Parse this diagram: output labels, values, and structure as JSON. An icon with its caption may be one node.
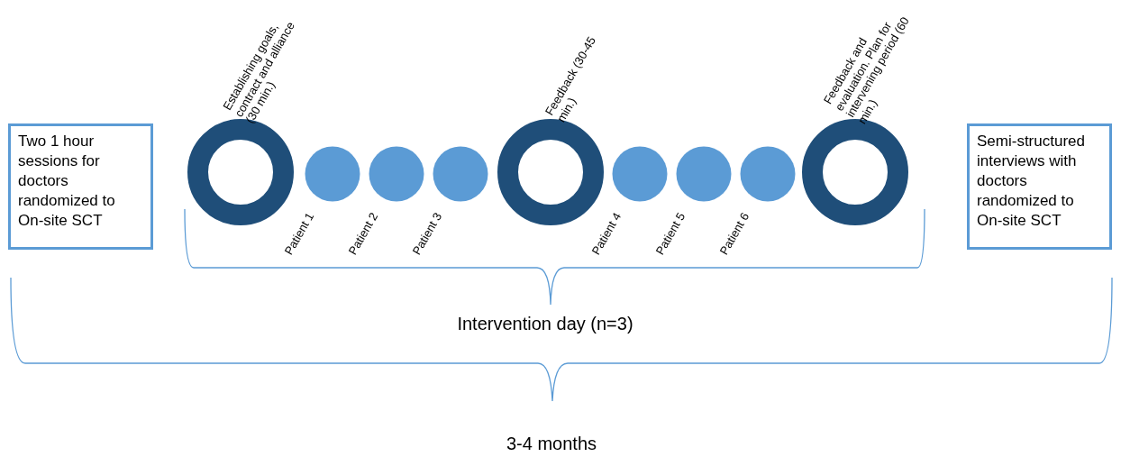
{
  "diagram": {
    "nodes": [
      {
        "text": [
          "Two 1 hour sessions for doctors randomized to On-site SCT"
        ]
      },
      {
        "text": [
          "Establishing goals, contract and alliance (30 min.)"
        ]
      },
      {
        "text": [
          "Patient 1"
        ]
      },
      {
        "text": [
          "Patient 2"
        ]
      },
      {
        "text": [
          "Patient 3"
        ]
      },
      {
        "text": [
          "Feedback (30-45 min.)"
        ]
      },
      {
        "text": [
          "Patient 4"
        ]
      },
      {
        "text": [
          "Patient 5"
        ]
      },
      {
        "text": [
          "Patient 6"
        ]
      },
      {
        "text": [
          "Feedback and evaluation. Plan for intervening period (60 min.)"
        ]
      },
      {
        "text": [
          "Semi-structured interviews with doctors randomized to On-site SCT"
        ]
      }
    ],
    "labels": [
      "Intervention day (n=3)",
      "3-4 months"
    ]
  }
}
